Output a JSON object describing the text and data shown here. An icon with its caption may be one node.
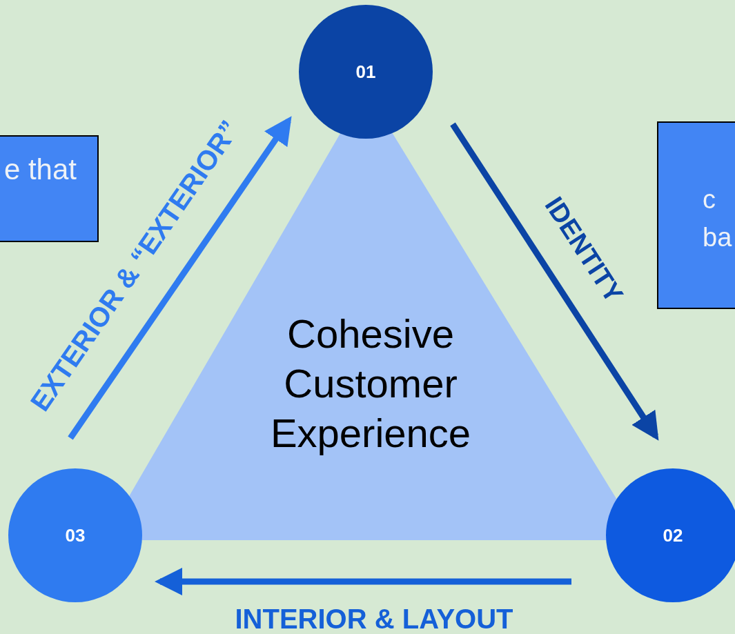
{
  "diagram": {
    "nodes": [
      {
        "text": [
          "Cohesive Customer Experience"
        ]
      },
      {
        "text": [
          "01"
        ]
      },
      {
        "text": [
          "02"
        ]
      },
      {
        "text": [
          "03"
        ]
      },
      {
        "text": [
          "e that"
        ]
      },
      {
        "text": [
          "c ba"
        ]
      }
    ],
    "edges": [
      {
        "from": 3,
        "to": 1,
        "arrow": "to",
        "label": "EXTERIOR & “EXTERIOR”",
        "color": "#2f7bf0"
      },
      {
        "from": 1,
        "to": 2,
        "arrow": "to",
        "label": "IDENTITY",
        "color": "#0b44a5"
      },
      {
        "from": 2,
        "to": 3,
        "arrow": "to",
        "label": "INTERIOR & LAYOUT",
        "color": "#1560d8"
      }
    ]
  }
}
